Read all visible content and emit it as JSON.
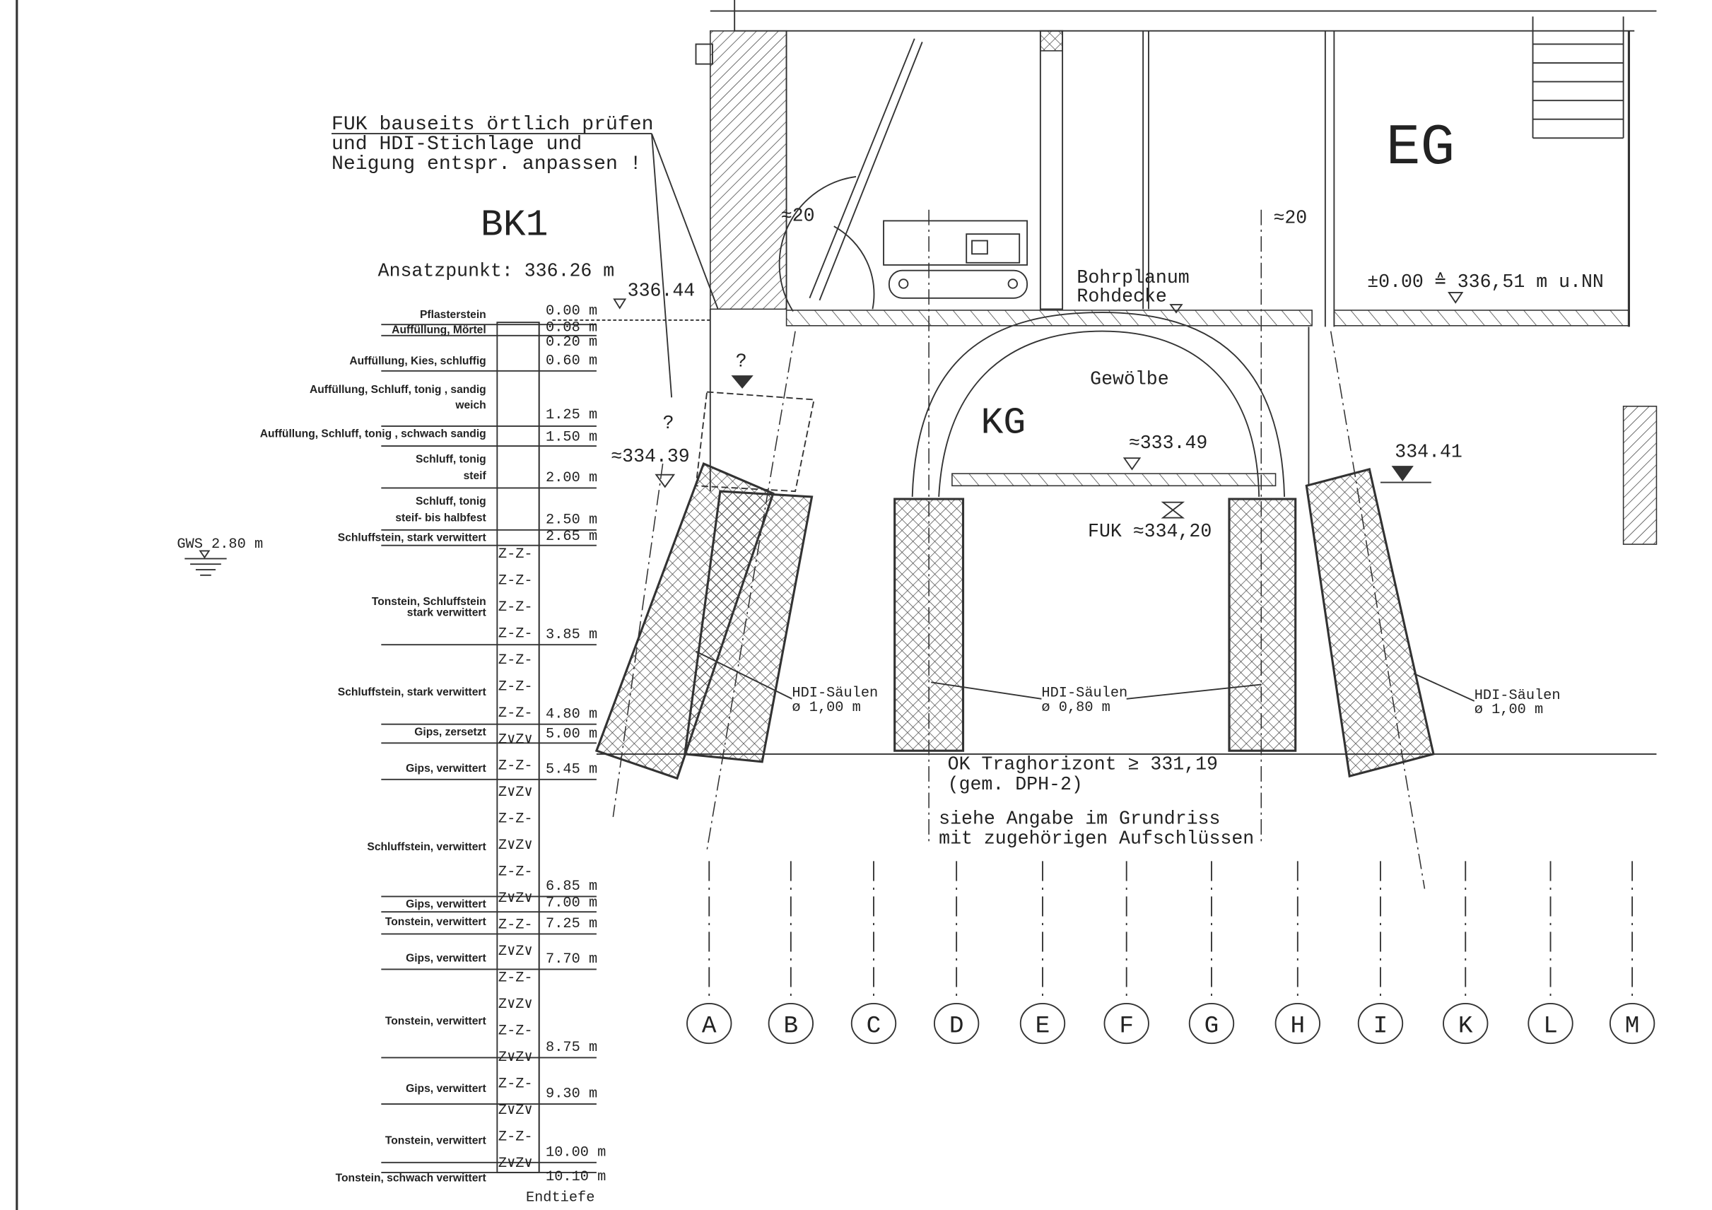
{
  "note": {
    "line1": "FUK bauseits örtlich prüfen",
    "line2": "und HDI-Stichlage und",
    "line3": "Neigung entspr. anpassen !"
  },
  "borehole": {
    "title": "BK1",
    "ansatzpunkt": "Ansatzpunkt: 336.26 m",
    "top_level": "336.44",
    "groundwater": "GWS 2.80 m",
    "end_label": "Endtiefe",
    "layers": [
      {
        "label": [
          "Pflasterstein"
        ],
        "depth": "0.00 m"
      },
      {
        "label": [
          "Auffüllung, Mörtel"
        ],
        "depth": "0.08 m"
      },
      {
        "label": [],
        "depth": "0.20 m"
      },
      {
        "label": [
          "Auffüllung, Kies, schluffig"
        ],
        "depth": "0.60 m"
      },
      {
        "label": [
          "Auffüllung, Schluff, tonig , sandig",
          "weich"
        ],
        "depth": "1.25 m"
      },
      {
        "label": [
          "Auffüllung, Schluff, tonig , schwach sandig"
        ],
        "depth": "1.50 m"
      },
      {
        "label": [
          "Schluff, tonig",
          "steif"
        ],
        "depth": "2.00 m"
      },
      {
        "label": [
          "Schluff, tonig",
          "steif- bis halbfest"
        ],
        "depth": "2.50 m"
      },
      {
        "label": [
          "Schluffstein, stark verwittert"
        ],
        "depth": "2.65 m"
      },
      {
        "label": [
          "Tonstein, Schluffstein",
          "stark verwittert"
        ],
        "depth": "3.85 m"
      },
      {
        "label": [
          "Schluffstein, stark verwittert"
        ],
        "depth": "4.80 m"
      },
      {
        "label": [
          "Gips, zersetzt"
        ],
        "depth": "5.00 m"
      },
      {
        "label": [
          "Gips, verwittert"
        ],
        "depth": "5.45 m"
      },
      {
        "label": [
          "Schluffstein, verwittert"
        ],
        "depth": "6.85 m"
      },
      {
        "label": [
          "Gips, verwittert"
        ],
        "depth": "7.00 m"
      },
      {
        "label": [
          "Tonstein, verwittert"
        ],
        "depth": "7.25 m"
      },
      {
        "label": [
          "Gips, verwittert"
        ],
        "depth": "7.70 m"
      },
      {
        "label": [
          "Tonstein, verwittert"
        ],
        "depth": "8.75 m"
      },
      {
        "label": [
          "Gips, verwittert"
        ],
        "depth": "9.30 m"
      },
      {
        "label": [
          "Tonstein, verwittert"
        ],
        "depth": "10.00 m"
      },
      {
        "label": [
          "Tonstein, schwach verwittert"
        ],
        "depth": "10.10 m"
      }
    ]
  },
  "section": {
    "eg": "EG",
    "kg": "KG",
    "gewoelbe": "Gewölbe",
    "bohrplanum": "Bohrplanum",
    "rohdecke": "Rohdecke",
    "reference": "±0.00 ≙ 336,51 m u.NN",
    "level_left": "≈334.39",
    "level_right": "334.41",
    "level_vault": "≈333.49",
    "fuk": "FUK ≈334,20",
    "dim_left": "≈20",
    "dim_right": "≈20",
    "question": "?",
    "hdi_left": [
      "HDI-Säulen",
      "ø 1,00 m"
    ],
    "hdi_mid": [
      "HDI-Säulen",
      "ø 0,80 m"
    ],
    "hdi_right": [
      "HDI-Säulen",
      "ø 1,00 m"
    ],
    "ok_line1": "OK Traghorizont ≥ 331,19",
    "ok_line2": "(gem. DPH-2)",
    "see_line1": "siehe Angabe im Grundriss",
    "see_line2": "mit zugehörigen Aufschlüssen"
  },
  "axes": [
    "A",
    "B",
    "C",
    "D",
    "E",
    "F",
    "G",
    "H",
    "I",
    "K",
    "L",
    "M"
  ]
}
